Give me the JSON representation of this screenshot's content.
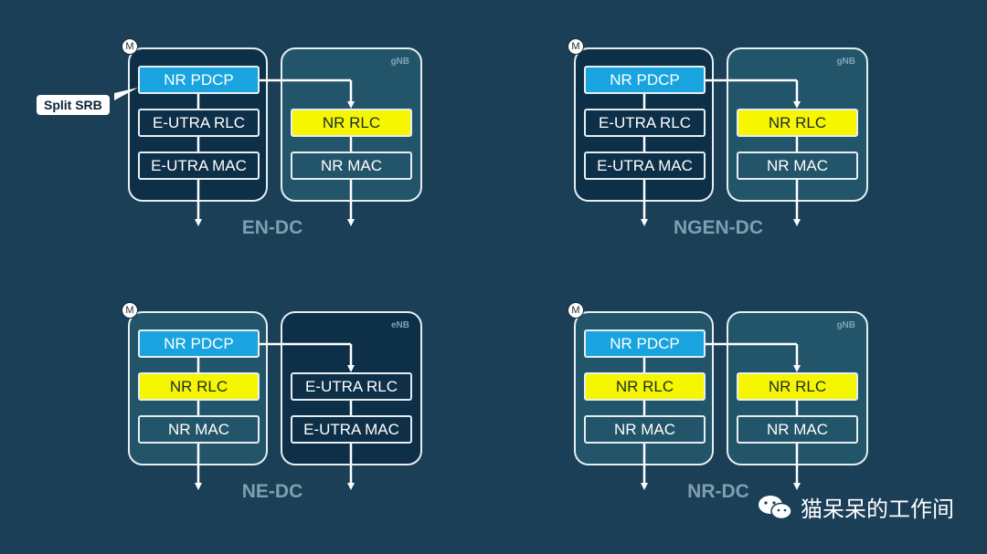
{
  "callout": "Split SRB",
  "master_marker": "M",
  "diagrams": [
    {
      "id": "en-dc",
      "title": "EN-DC",
      "master": {
        "layers": [
          "NR PDCP",
          "E-UTRA RLC",
          "E-UTRA MAC"
        ]
      },
      "secondary": {
        "node": "gNB",
        "layers": [
          "NR RLC",
          "NR MAC"
        ]
      }
    },
    {
      "id": "ngen-dc",
      "title": "NGEN-DC",
      "master": {
        "layers": [
          "NR PDCP",
          "E-UTRA RLC",
          "E-UTRA MAC"
        ]
      },
      "secondary": {
        "node": "gNB",
        "layers": [
          "NR RLC",
          "NR MAC"
        ]
      }
    },
    {
      "id": "ne-dc",
      "title": "NE-DC",
      "master": {
        "layers": [
          "NR PDCP",
          "NR RLC",
          "NR MAC"
        ]
      },
      "secondary": {
        "node": "eNB",
        "layers": [
          "E-UTRA RLC",
          "E-UTRA MAC"
        ]
      }
    },
    {
      "id": "nr-dc",
      "title": "NR-DC",
      "master": {
        "layers": [
          "NR PDCP",
          "NR RLC",
          "NR MAC"
        ]
      },
      "secondary": {
        "node": "gNB",
        "layers": [
          "NR RLC",
          "NR MAC"
        ]
      }
    }
  ],
  "watermark": {
    "icon": "wechat-icon",
    "text": "猫呆呆的工作间"
  },
  "colors": {
    "background": "#1b3f57",
    "pdcp": "#19a4e0",
    "nr_rlc": "#f6f600",
    "node_dark": "#0d2f48",
    "node_teal": "#22546a"
  }
}
